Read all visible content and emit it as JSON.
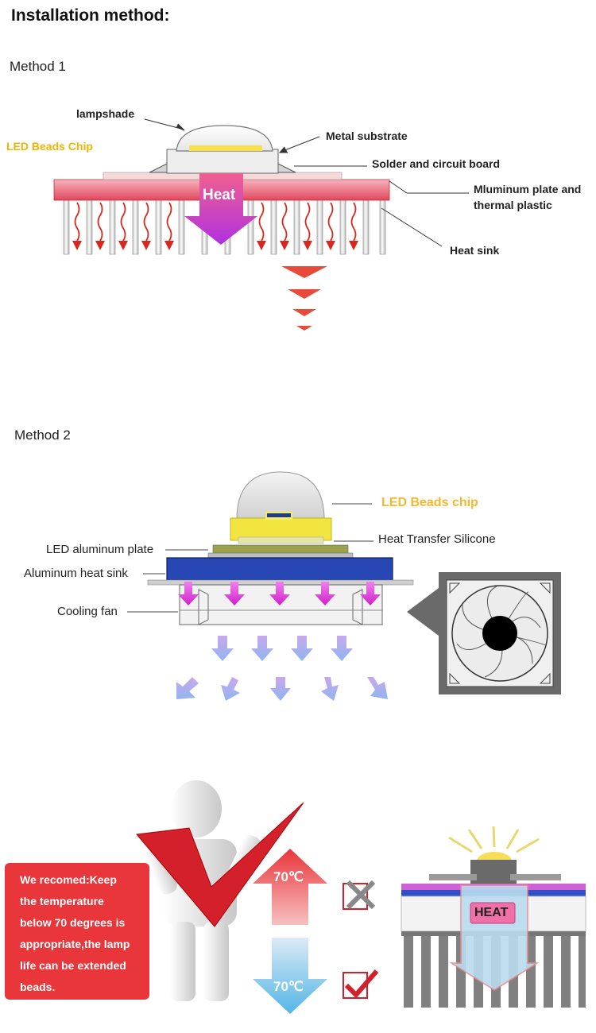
{
  "page": {
    "title": "Installation method:"
  },
  "method1": {
    "heading": "Method 1",
    "labels": {
      "lampshade": "lampshade",
      "led_chip": "LED Beads Chip",
      "metal_substrate": "Metal substrate",
      "solder": "Solder and circuit board",
      "aluminum_line1": "Mluminum plate and",
      "aluminum_line2": "thermal plastic",
      "heat_sink": "Heat sink",
      "heat": "Heat"
    },
    "colors": {
      "chip_label": "#f0b400",
      "heat_plate": "#e5485a",
      "heat_arrow": "#c03ad8",
      "sink_arrow": "#d8281e"
    }
  },
  "method2": {
    "heading": "Method 2",
    "labels": {
      "led_chip": "LED Beads chip",
      "silicone": "Heat Transfer Silicone",
      "aluminum_plate": "LED aluminum plate",
      "heat_sink": "Aluminum heat sink",
      "fan": "Cooling fan"
    },
    "colors": {
      "chip_label": "#f5b82e",
      "heat_sink": "#2747b5",
      "chip": "#f3e540",
      "airflow": "#8fb6f0"
    }
  },
  "recommendation": {
    "note": [
      "We recomed:Keep",
      "the temperature",
      "below 70 degrees is",
      "appropriate,the lamp",
      "life can be extended",
      "beads."
    ],
    "temp_high": "70℃",
    "temp_low": "70℃",
    "heat_label": "HEAT",
    "colors": {
      "note_bg": "#e8363a",
      "hot": "#e8363a",
      "cool": "#6fc3e8",
      "check": "#d4202a"
    }
  }
}
